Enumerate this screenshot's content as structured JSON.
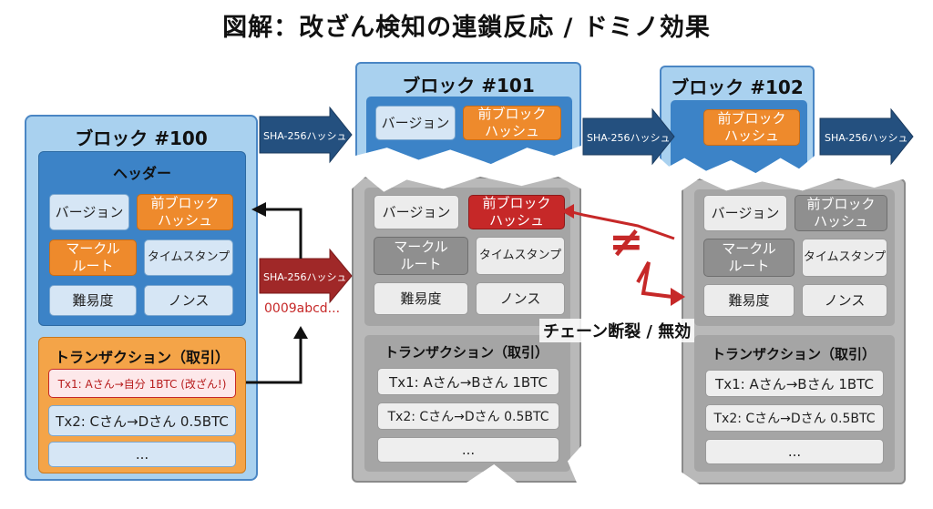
{
  "title": "図解：改ざん検知の連鎖反応 / ドミノ効果",
  "hash_label": "SHA-256ハッシュ",
  "hash_output": "0009abcd...",
  "not_equal": "≠",
  "broken_text": "チェーン断裂 / 無効",
  "block100": {
    "title": "ブロック #100",
    "header_title": "ヘッダー",
    "version": "バージョン",
    "prev_hash": "前ブロック\nハッシュ",
    "merkle": "マークル\nルート",
    "timestamp": "タイムスタンプ",
    "difficulty": "難易度",
    "nonce": "ノンス",
    "tx_title": "トランザクション（取引）",
    "tx1": "Tx1: Aさん→自分 1BTC (改ざん!)",
    "tx2": "Tx2: Cさん→Dさん 0.5BTC",
    "tx3": "..."
  },
  "block101": {
    "title": "ブロック #101",
    "version": "バージョン",
    "prev_hash": "前ブロック\nハッシュ",
    "merkle": "マークル\nルート",
    "timestamp": "タイムスタンプ",
    "difficulty": "難易度",
    "nonce": "ノンス",
    "tx_title": "トランザクション（取引）",
    "tx1": "Tx1: Aさん→Bさん 1BTC",
    "tx2": "Tx2: Cさん→Dさん 0.5BTC",
    "tx3": "..."
  },
  "block102": {
    "title": "ブロック #102",
    "prev_hash_top": "前ブロック\nハッシュ",
    "version": "バージョン",
    "prev_hash": "前ブロック\nハッシュ",
    "merkle": "マークル\nルート",
    "timestamp": "タイムスタンプ",
    "difficulty": "難易度",
    "nonce": "ノンス",
    "tx_title": "トランザクション（取引）",
    "tx1": "Tx1: Aさん→Bさん 1BTC",
    "tx2": "Tx2: Cさん→Dさん 0.5BTC",
    "tx3": "..."
  }
}
